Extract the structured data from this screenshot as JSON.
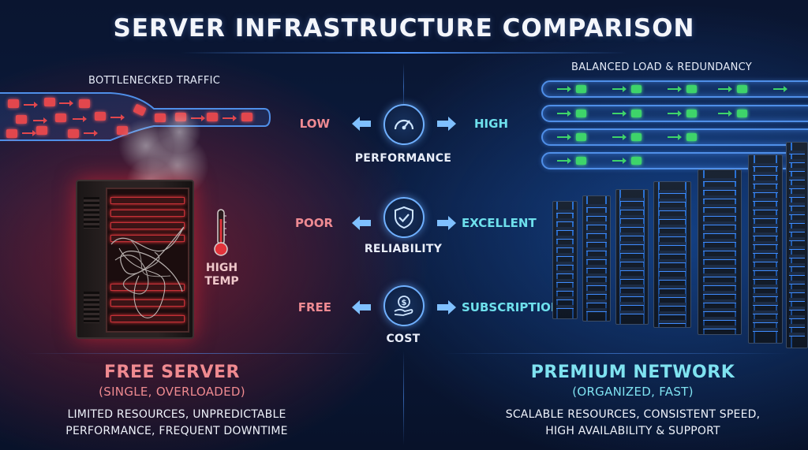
{
  "title": "SERVER INFRASTRUCTURE COMPARISON",
  "left": {
    "traffic_caption": "BOTTLENECKED TRAFFIC",
    "temp_label_1": "HIGH",
    "temp_label_2": "TEMP",
    "name": "FREE SERVER",
    "subtitle": "(SINGLE, OVERLOADED)",
    "desc_1": "LIMITED RESOURCES, UNPREDICTABLE",
    "desc_2": "PERFORMANCE, FREQUENT DOWNTIME"
  },
  "right": {
    "traffic_caption": "BALANCED LOAD & REDUNDANCY",
    "name": "PREMIUM NETWORK",
    "subtitle": "(ORGANIZED, FAST)",
    "desc_1": "SCALABLE RESOURCES, CONSISTENT SPEED,",
    "desc_2": "HIGH AVAILABILITY & SUPPORT"
  },
  "metrics": [
    {
      "name": "PERFORMANCE",
      "low": "LOW",
      "high": "HIGH",
      "icon": "gauge-icon"
    },
    {
      "name": "RELIABILITY",
      "low": "POOR",
      "high": "EXCELLENT",
      "icon": "shield-check-icon"
    },
    {
      "name": "COST",
      "low": "FREE",
      "high": "SUBSCRIPTION",
      "icon": "dollar-hand-icon"
    }
  ],
  "colors": {
    "free_accent": "#e2474d",
    "premium_accent": "#6ee0ec",
    "background": "#0b1b3d"
  }
}
